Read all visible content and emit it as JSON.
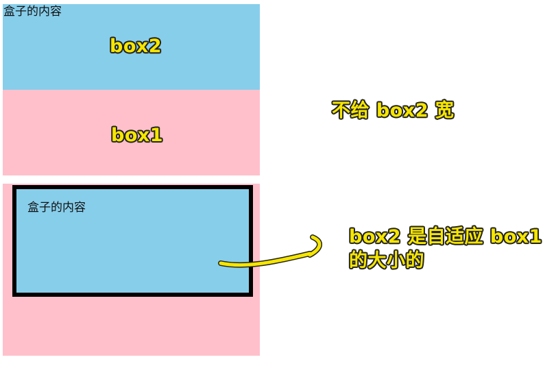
{
  "top_demo": {
    "box2": {
      "content": "盒子的内容",
      "label": "box2"
    },
    "box1": {
      "label": "box1"
    },
    "note": "不给 box2 宽"
  },
  "bottom_demo": {
    "box2": {
      "content": "盒子的内容"
    },
    "note": "box2 是自适应 box1 的大小的"
  },
  "colors": {
    "box1_bg": "#ffc0cb",
    "box2_bg": "#87ceeb",
    "annotation": "#f6e600",
    "border": "#000000"
  }
}
